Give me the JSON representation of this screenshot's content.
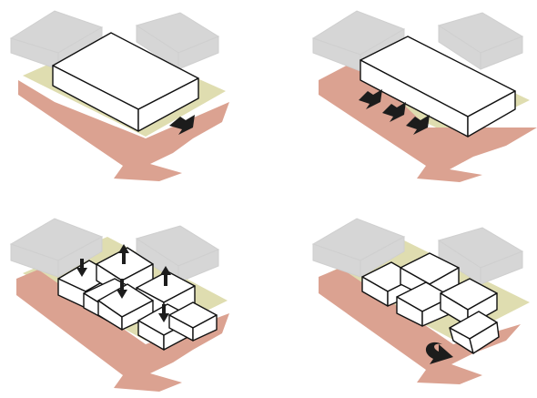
{
  "colors": {
    "background": "#ffffff",
    "site_ground": "#dfddb0",
    "road": "#dba291",
    "neighbor_block": "#d6d6d6",
    "building_fill": "#ffffff",
    "outline": "#111111",
    "arrow": "#1c1c1c"
  },
  "panels": [
    {
      "id": "panel-1",
      "massing": "single-slab",
      "arrows": "one-entry-arrow"
    },
    {
      "id": "panel-2",
      "massing": "extended-slab",
      "arrows": "three-entry-arrows"
    },
    {
      "id": "panel-3",
      "massing": "split-blocks",
      "arrows": "vertical-push-pull"
    },
    {
      "id": "panel-4",
      "massing": "rotated-blocks",
      "arrows": "rotation-arrow"
    }
  ],
  "icons": [
    "push-arrow-icon",
    "vertical-arrow-icon",
    "rotate-arrow-icon"
  ]
}
